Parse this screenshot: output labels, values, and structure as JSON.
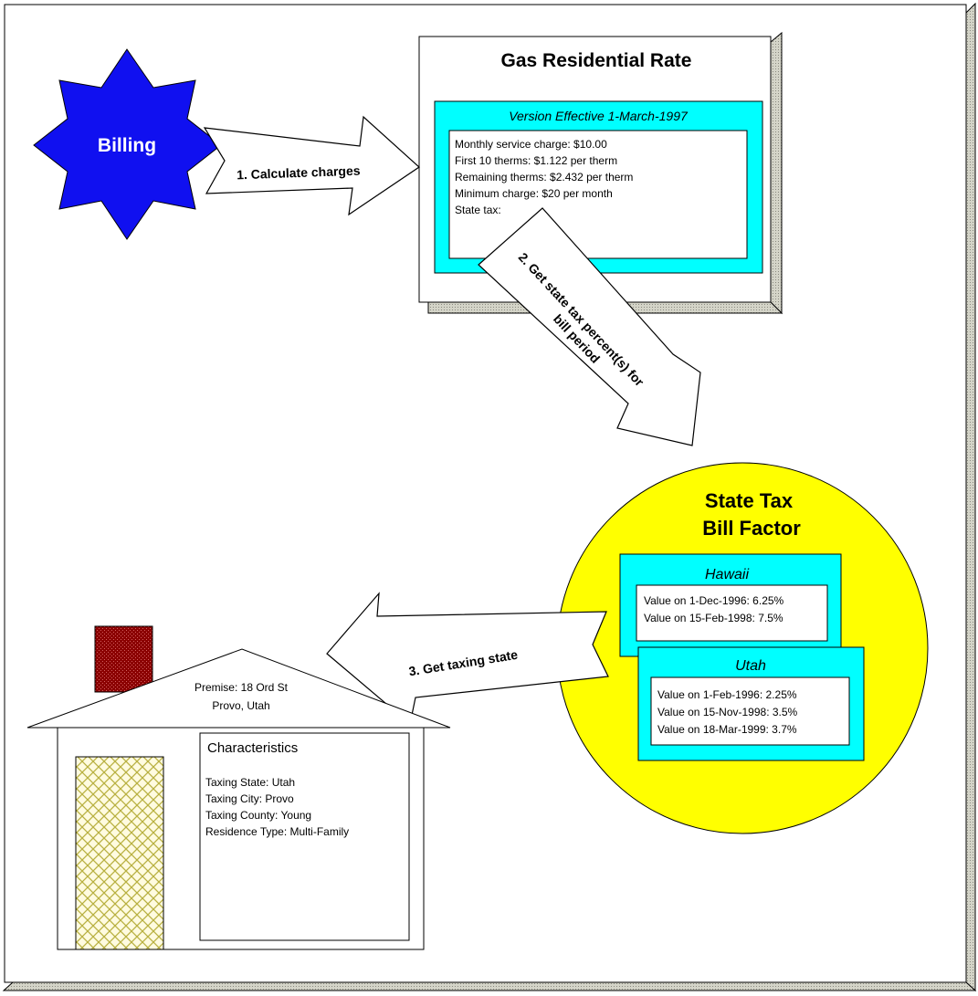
{
  "billing": {
    "label": "Billing"
  },
  "rate": {
    "title": "Gas Residential Rate",
    "version_label": "Version Effective  1-March-1997",
    "lines": [
      "Monthly service charge: $10.00",
      "First 10 therms: $1.122 per therm",
      "Remaining therms: $2.432 per therm",
      "Minimum charge: $20 per month",
      "State tax:"
    ]
  },
  "arrows": {
    "step1": "1. Calculate charges",
    "step2_line1": "2. Get state tax percent(s) for",
    "step2_line2": "bill period",
    "step3": "3. Get taxing state"
  },
  "bill_factor": {
    "title_line1": "State Tax",
    "title_line2": "Bill Factor",
    "hawaii": {
      "name": "Hawaii",
      "values": [
        "Value on 1-Dec-1996: 6.25%",
        "Value on 15-Feb-1998: 7.5%"
      ]
    },
    "utah": {
      "name": "Utah",
      "values": [
        "Value on 1-Feb-1996: 2.25%",
        "Value on 15-Nov-1998: 3.5%",
        "Value on 18-Mar-1999: 3.7%"
      ]
    }
  },
  "premise": {
    "line1": "Premise: 18 Ord St",
    "line2": "Provo, Utah",
    "characteristics_title": "Characteristics",
    "characteristics": [
      "Taxing State: Utah",
      "Taxing City: Provo",
      "Taxing County: Young",
      "Residence Type: Multi-Family"
    ]
  },
  "colors": {
    "billing_star": "#1010f0",
    "cyan_box": "#00ffff",
    "bill_factor_circle": "#ffff00",
    "chimney": "#8b0000",
    "door_hatch": "#b8b040"
  }
}
